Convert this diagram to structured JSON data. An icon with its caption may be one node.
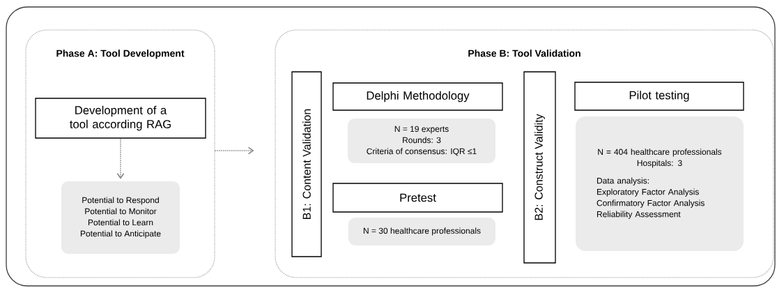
{
  "diagram": {
    "nodes": [
      {
        "text": [],
        "shape": "box"
      },
      {
        "text": [
          "Phase A: Tool Development"
        ],
        "in": 0
      },
      {
        "text": [
          "Development of a tool according RAG"
        ],
        "in": 1
      },
      {
        "text": [
          "Potential to Respond",
          "Potential to Monitor",
          "Potential to Learn",
          "Potential to Anticipate"
        ],
        "in": 1
      },
      {
        "text": [
          "Phase B: Tool Validation"
        ],
        "in": 0
      },
      {
        "text": [
          "B1: Content Validation"
        ],
        "in": 4
      },
      {
        "text": [
          "Delphi Methodology"
        ],
        "in": 4
      },
      {
        "text": [
          "N = 19 experts",
          "Rounds: 3",
          "Criteria of consensus: IQR ≤1"
        ],
        "in": 4
      },
      {
        "text": [
          "Pretest"
        ],
        "in": 4
      },
      {
        "text": [
          "N = 30 healthcare professionals"
        ],
        "in": 4
      },
      {
        "text": [
          "B2: Construct Validity"
        ],
        "in": 4
      },
      {
        "text": [
          "Pilot testing"
        ],
        "in": 4
      },
      {
        "text": [
          "N = 404 healthcare professionals",
          "Hospitals: 3",
          "Data analysis:",
          "Exploratory Factor Analysis",
          "Confirmatory Factor Analysis",
          "Reliability Assessment"
        ],
        "in": 4
      }
    ],
    "edges": [
      {
        "from": 2,
        "to": 3,
        "arrow": "to",
        "style": "dashed"
      },
      {
        "from": 1,
        "to": 4,
        "arrow": "to",
        "style": "dashed"
      }
    ]
  }
}
